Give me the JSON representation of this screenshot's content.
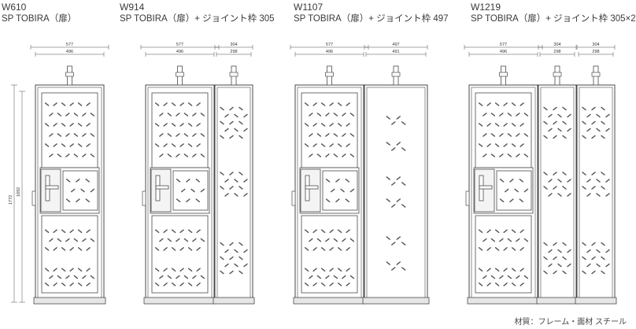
{
  "variants": [
    {
      "code": "W610",
      "name": "SP TOBIRA（扉）",
      "dims_top": [
        "577"
      ],
      "dims_inner": [
        "496"
      ],
      "height_outer": "1772",
      "height_inner": "1692",
      "joint": "none"
    },
    {
      "code": "W914",
      "name": "SP TOBIRA（扉）+ ジョイント枠 305",
      "dims_top": [
        "577",
        "304"
      ],
      "dims_inner": [
        "496",
        "298"
      ],
      "joint": "single"
    },
    {
      "code": "W1107",
      "name": "SP TOBIRA（扉）+ ジョイント枠 497",
      "dims_top": [
        "577",
        "497"
      ],
      "dims_inner": [
        "496",
        "491"
      ],
      "joint": "wide"
    },
    {
      "code": "W1219",
      "name": "SP TOBIRA（扉）+ ジョイント枠 305×2",
      "dims_top": [
        "577",
        "304",
        "304"
      ],
      "dims_inner": [
        "496",
        "298",
        "298"
      ],
      "joint": "double"
    }
  ],
  "footnote": "材質：フレーム・面材 スチール",
  "colors": {
    "line": "#4a4a4a",
    "fill": "#ffffff",
    "frame": "#e6e6e6",
    "perforation": "#555555"
  }
}
